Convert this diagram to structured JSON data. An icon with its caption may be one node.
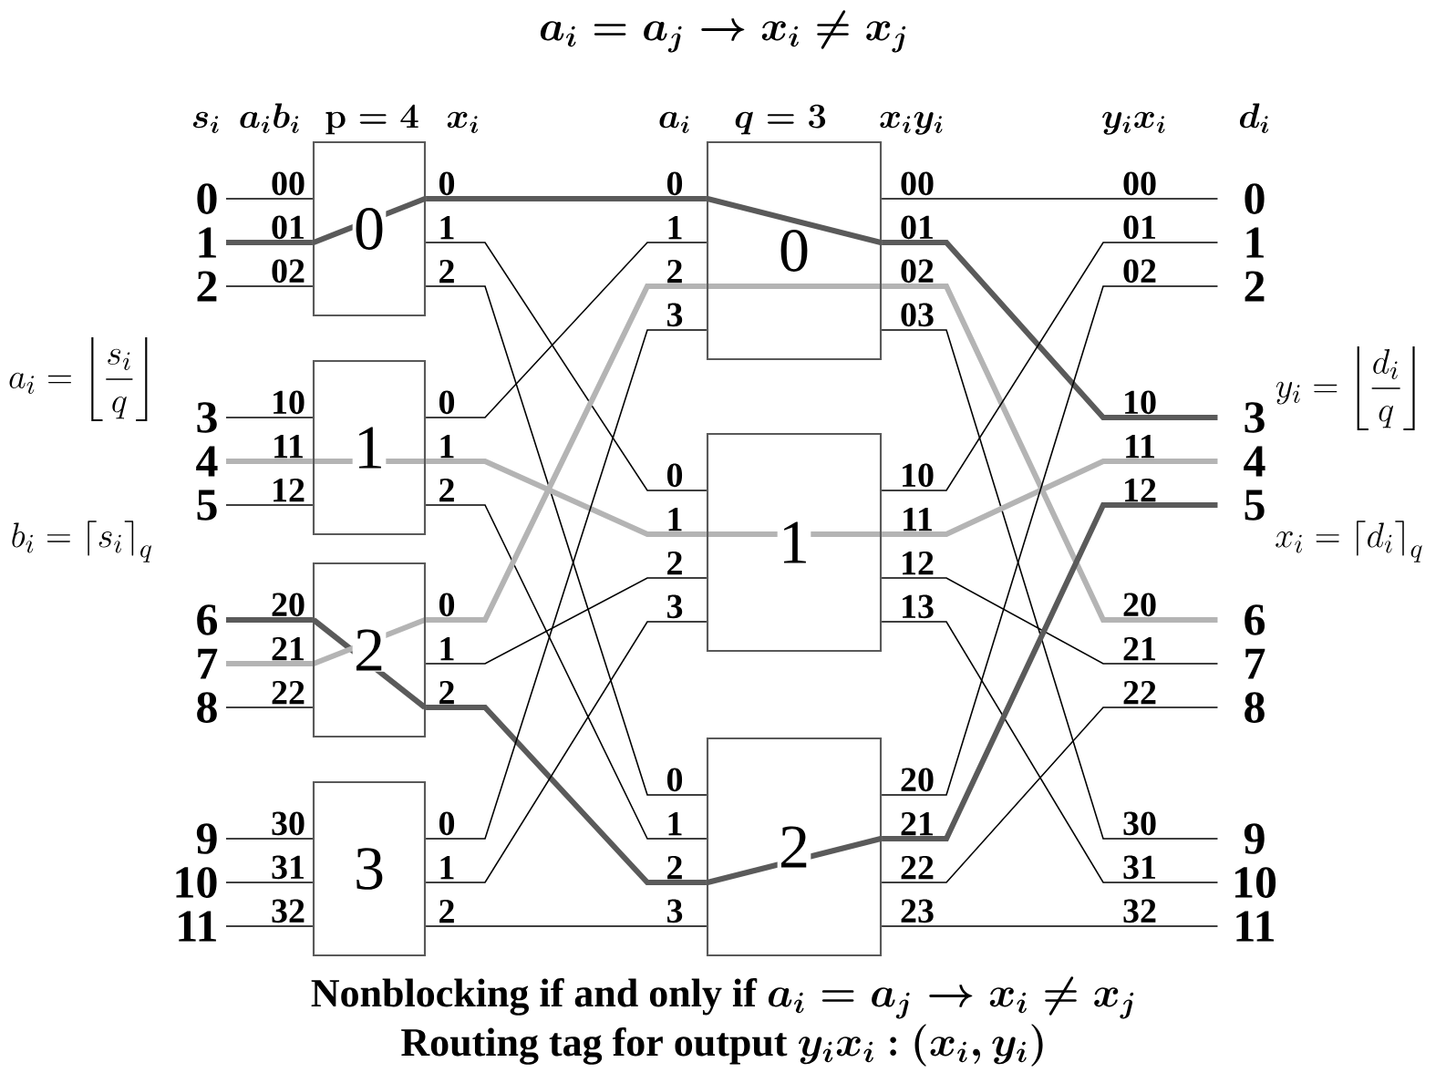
{
  "diagram": {
    "title": "a_i = a_j \\rightarrow x_i \\neq x_j",
    "nodes": [
      {
        "text": [
          "0"
        ]
      },
      {
        "text": [
          "1"
        ]
      },
      {
        "text": [
          "2"
        ]
      },
      {
        "text": [
          "3"
        ]
      },
      {
        "text": [
          "4"
        ]
      },
      {
        "text": [
          "5"
        ]
      },
      {
        "text": [
          "6"
        ]
      },
      {
        "text": [
          "7"
        ]
      },
      {
        "text": [
          "8"
        ]
      },
      {
        "text": [
          "9"
        ]
      },
      {
        "text": [
          "10"
        ]
      },
      {
        "text": [
          "11"
        ]
      },
      {
        "text": [
          "0"
        ]
      },
      {
        "text": [
          "1"
        ]
      },
      {
        "text": [
          "2"
        ]
      },
      {
        "text": [
          "3"
        ]
      },
      {
        "text": [
          "0"
        ]
      },
      {
        "text": [
          "1"
        ]
      },
      {
        "text": [
          "2"
        ]
      },
      {
        "text": [
          "0"
        ]
      },
      {
        "text": [
          "1"
        ]
      },
      {
        "text": [
          "2"
        ]
      },
      {
        "text": [
          "3"
        ]
      },
      {
        "text": [
          "4"
        ]
      },
      {
        "text": [
          "5"
        ]
      },
      {
        "text": [
          "6"
        ]
      },
      {
        "text": [
          "7"
        ]
      },
      {
        "text": [
          "8"
        ]
      },
      {
        "text": [
          "9"
        ]
      },
      {
        "text": [
          "10"
        ]
      },
      {
        "text": [
          "11"
        ]
      }
    ],
    "edges": [
      {
        "from": 0,
        "to": 12,
        "arrow": "none",
        "label": "00"
      },
      {
        "from": 1,
        "to": 12,
        "arrow": "none",
        "label": "01",
        "style": "thick",
        "color": "#5a5a5a"
      },
      {
        "from": 2,
        "to": 12,
        "arrow": "none",
        "label": "02"
      },
      {
        "from": 3,
        "to": 13,
        "arrow": "none",
        "label": "10"
      },
      {
        "from": 4,
        "to": 13,
        "arrow": "none",
        "label": "11",
        "style": "thick",
        "color": "#b4b4b4"
      },
      {
        "from": 5,
        "to": 13,
        "arrow": "none",
        "label": "12"
      },
      {
        "from": 6,
        "to": 14,
        "arrow": "none",
        "label": "20",
        "style": "thick",
        "color": "#5a5a5a"
      },
      {
        "from": 7,
        "to": 14,
        "arrow": "none",
        "label": "21",
        "style": "thick",
        "color": "#b4b4b4"
      },
      {
        "from": 8,
        "to": 14,
        "arrow": "none",
        "label": "22"
      },
      {
        "from": 9,
        "to": 15,
        "arrow": "none",
        "label": "30"
      },
      {
        "from": 10,
        "to": 15,
        "arrow": "none",
        "label": "31"
      },
      {
        "from": 11,
        "to": 15,
        "arrow": "none",
        "label": "32"
      },
      {
        "from": 12,
        "to": 16,
        "arrow": "none",
        "style": "thick",
        "color": "#5a5a5a"
      },
      {
        "from": 12,
        "to": 17,
        "arrow": "none"
      },
      {
        "from": 12,
        "to": 18,
        "arrow": "none"
      },
      {
        "from": 13,
        "to": 16,
        "arrow": "none"
      },
      {
        "from": 13,
        "to": 17,
        "arrow": "none",
        "style": "thick",
        "color": "#b4b4b4"
      },
      {
        "from": 13,
        "to": 18,
        "arrow": "none"
      },
      {
        "from": 14,
        "to": 16,
        "arrow": "none",
        "style": "thick",
        "color": "#b4b4b4"
      },
      {
        "from": 14,
        "to": 17,
        "arrow": "none"
      },
      {
        "from": 14,
        "to": 18,
        "arrow": "none",
        "style": "thick",
        "color": "#5a5a5a"
      },
      {
        "from": 15,
        "to": 16,
        "arrow": "none"
      },
      {
        "from": 15,
        "to": 17,
        "arrow": "none"
      },
      {
        "from": 15,
        "to": 18,
        "arrow": "none"
      },
      {
        "from": 16,
        "to": 19,
        "arrow": "none",
        "label": "00"
      },
      {
        "from": 16,
        "to": 22,
        "arrow": "none",
        "label": "10",
        "style": "thick",
        "color": "#5a5a5a"
      },
      {
        "from": 16,
        "to": 25,
        "arrow": "none",
        "label": "20",
        "style": "thick",
        "color": "#b4b4b4"
      },
      {
        "from": 16,
        "to": 28,
        "arrow": "none",
        "label": "30"
      },
      {
        "from": 17,
        "to": 20,
        "arrow": "none",
        "label": "01"
      },
      {
        "from": 17,
        "to": 23,
        "arrow": "none",
        "label": "11",
        "style": "thick",
        "color": "#b4b4b4"
      },
      {
        "from": 17,
        "to": 26,
        "arrow": "none",
        "label": "21"
      },
      {
        "from": 17,
        "to": 29,
        "arrow": "none",
        "label": "31"
      },
      {
        "from": 18,
        "to": 21,
        "arrow": "none",
        "label": "02"
      },
      {
        "from": 18,
        "to": 24,
        "arrow": "none",
        "label": "12",
        "style": "thick",
        "color": "#5a5a5a"
      },
      {
        "from": 18,
        "to": 27,
        "arrow": "none",
        "label": "22"
      },
      {
        "from": 18,
        "to": 30,
        "arrow": "none",
        "label": "32"
      }
    ],
    "labels": [
      "s_i",
      "a_ib_i",
      "\\mathbf{p} = 4",
      "x_i",
      "a_i",
      "q = 3",
      "x_iy_i",
      "y_ix_i",
      "d_i",
      "a_i = \\left\\lfloor \\frac{s_i}{q} \\right\\rfloor",
      "b_i = \\left\\lceil s_i \\right\\rceil_q",
      "y_i = \\left\\lfloor \\frac{d_i}{q} \\right\\rfloor",
      "x_i = \\left\\lceil d_i \\right\\rceil_q",
      "0",
      "1",
      "2",
      "0",
      "1",
      "2",
      "0",
      "1",
      "2",
      "0",
      "1",
      "2",
      "0",
      "1",
      "2",
      "3",
      "0",
      "1",
      "2",
      "3",
      "0",
      "1",
      "2",
      "3",
      "00",
      "01",
      "02",
      "03",
      "10",
      "11",
      "12",
      "13",
      "20",
      "21",
      "22",
      "23",
      "\\textbf{Nonblocking if and only if }a_i = a_j \\rightarrow x_i \\neq x_j",
      "\\textbf{Routing tag for output }y_ix_i \\mathbin{:} (x_i, y_i)"
    ]
  }
}
